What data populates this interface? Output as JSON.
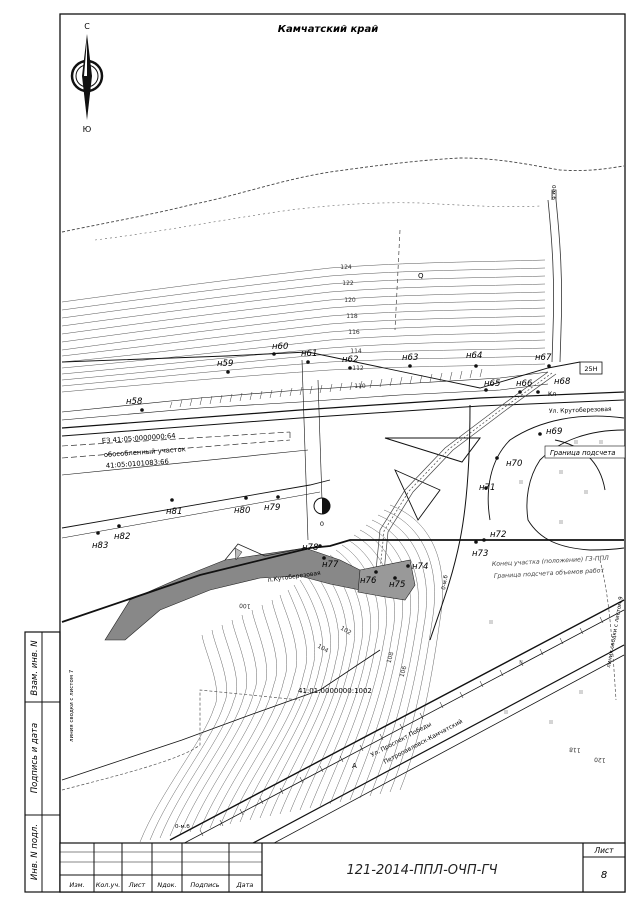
{
  "header": {
    "region_title": "Камчатский край"
  },
  "north_arrow": {
    "north": "С",
    "south": "Ю"
  },
  "contour_labels": [
    "124",
    "122",
    "120",
    "118",
    "116",
    "114",
    "112",
    "110",
    "108",
    "106",
    "104",
    "102",
    "100",
    "118",
    "120"
  ],
  "points": [
    "н58",
    "н59",
    "н60",
    "н61",
    "н62",
    "н63",
    "н64",
    "н65",
    "н66",
    "н67",
    "н68",
    "н69",
    "н70",
    "н71",
    "н72",
    "н73",
    "н74",
    "н75",
    "н76",
    "н77",
    "н78",
    "н79",
    "н80",
    "н81",
    "н82",
    "н83"
  ],
  "map_labels": {
    "letter_q": "Q",
    "building": "25Н",
    "kl": "Кл",
    "sign_zero": "0",
    "street_krutoberezovaya": "Ул. Крутоберезовая",
    "border_count": "Граница подсчета",
    "cadastre_1": "ЕЗ 41:05:0000000:64",
    "cadastre_2": "обособленный участок",
    "cadastre_3": "41:05:0101083:66",
    "cadastre_main": "41:01:0000000:1002",
    "street_pobedy_1": "Ул. Проспект Победы",
    "street_pobedy_2": "Петропавловск-Камчатский",
    "planned_zone_1": "Конец участка (положение) ГЗ-ППЛ",
    "planned_zone_2": "Граница подсчета объемов работ",
    "sheet_ref_left": "линия сводки с листом 7",
    "sheet_ref_right": "линия сводки с листом 9",
    "proj_boundary": "п.Кутоберезовая",
    "axis_a": "А",
    "axis_label_left": "0-м.б",
    "axis_label_mid": "0-м.б",
    "axis_label_top": "0-м.б"
  },
  "side_stamp": {
    "inv_podl": "Инв. N подл.",
    "podpis": "Подпись и дата",
    "vzam": "Взам. инв. N"
  },
  "title_block": {
    "columns": [
      "Изм.",
      "Кол.уч.",
      "Лист",
      "Nдок.",
      "Подпись",
      "Дата"
    ],
    "document_code": "121-2014-ППЛ-ОЧП-ГЧ",
    "sheet_label": "Лист",
    "sheet_number": "8"
  }
}
